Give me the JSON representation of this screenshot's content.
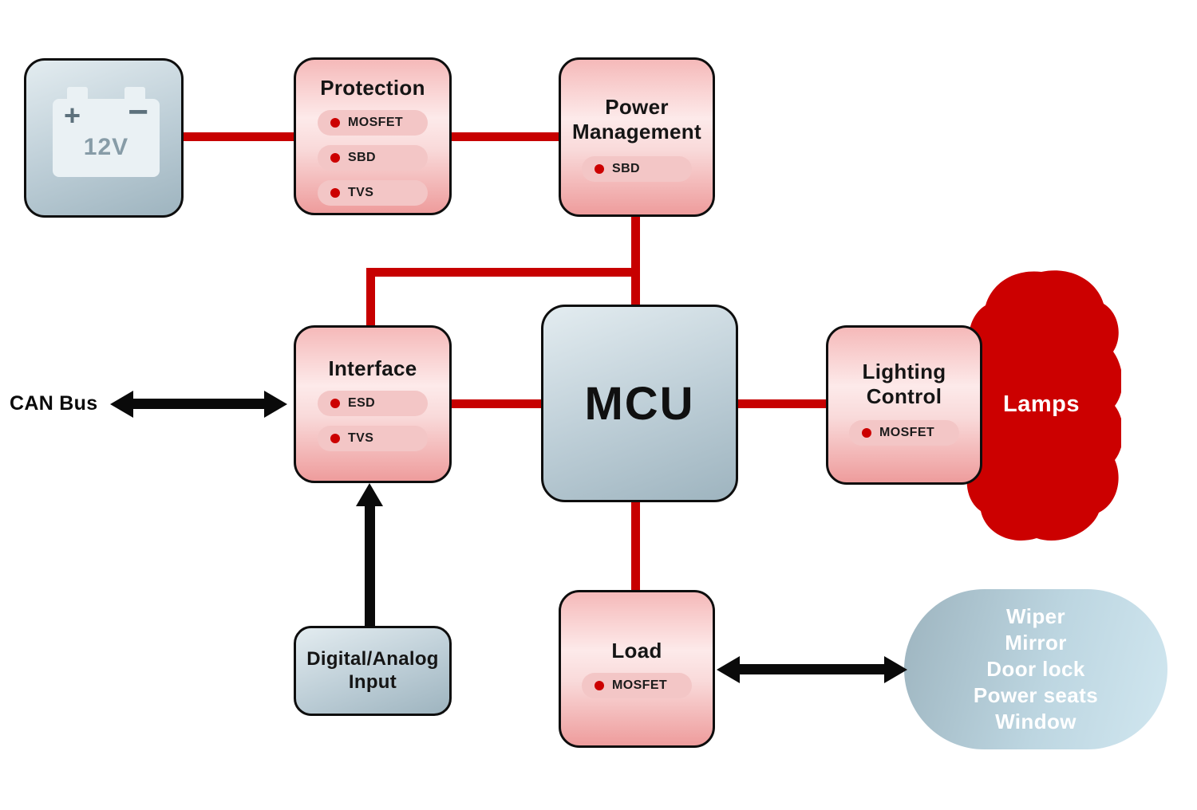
{
  "diagram": {
    "colors": {
      "wire_red": "#c70000",
      "accent_red": "#cc0000",
      "arrow_black": "#0a0a0a",
      "box_pink": "#ee9c9c",
      "box_gray": "#9eb4bf",
      "blob_blue": "#bdd6e1"
    },
    "labels": {
      "can_bus": "CAN Bus"
    },
    "nodes": {
      "battery": {
        "voltage": "12V",
        "plus": "+",
        "minus": "−"
      },
      "protection": {
        "title": "Protection",
        "pills": [
          "MOSFET",
          "SBD",
          "TVS"
        ]
      },
      "power_management": {
        "title": "Power Management",
        "pills": [
          "SBD"
        ]
      },
      "mcu": {
        "title": "MCU"
      },
      "interface": {
        "title": "Interface",
        "pills": [
          "ESD",
          "TVS"
        ]
      },
      "lighting_control": {
        "title": "Lighting Control",
        "pills": [
          "MOSFET"
        ]
      },
      "load": {
        "title": "Load",
        "pills": [
          "MOSFET"
        ]
      },
      "digital_analog_input": {
        "title": "Digital/Analog Input"
      },
      "lamps": {
        "title": "Lamps"
      },
      "peripherals": {
        "lines": [
          "Wiper",
          "Mirror",
          "Door lock",
          "Power seats",
          "Window"
        ]
      }
    }
  }
}
